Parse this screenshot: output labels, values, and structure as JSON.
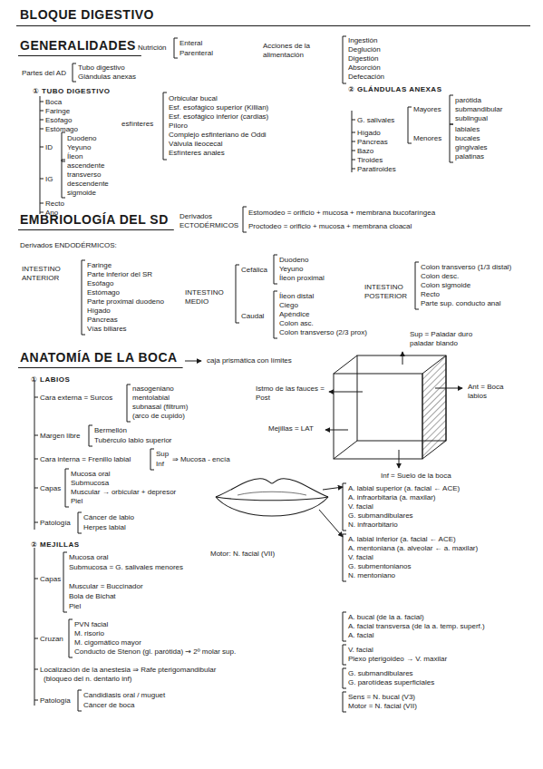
{
  "diagram": {
    "title": "BLOQUE DIGESTIVO",
    "labels": [
      "GENERALIDADES",
      "Nutrición",
      "Enteral",
      "Parenteral",
      "Acciones de la alimentación",
      "Ingestión",
      "Deglución",
      "Digestión",
      "Absorción",
      "Defecación",
      "Partes del AD",
      "Tubo digestivo",
      "Glándulas anexas",
      "① TUBO DIGESTIVO",
      "Boca",
      "Faringe",
      "Esófago",
      "Estómago",
      "ID",
      "Duodeno",
      "Yeyuno",
      "Íleon",
      "IG",
      "ascendente",
      "transverso",
      "descendente",
      "sigmoide",
      "Recto",
      "Ano",
      "esfínteres",
      "Orbicular bucal",
      "Esf. esofágico superior (Killian)",
      "Esf. esofágico inferior (cardias)",
      "Píloro",
      "Complejo esfinteriano de Oddi",
      "Válvula ileocecal",
      "Esfínteres anales",
      "② GLÁNDULAS ANEXAS",
      "G. salivales",
      "Mayores",
      "parótida",
      "submandibular",
      "sublingual",
      "Menores",
      "labiales",
      "bucales",
      "gingivales",
      "palatinas",
      "Hígado",
      "Páncreas",
      "Bazo",
      "Tiroides",
      "Paratiroides",
      "EMBRIOLOGÍA DEL SD",
      "Derivados ECTODÉRMICOS",
      "Estomodeo = orificio + mucosa + membrana bucofaríngea",
      "Proctodeo = orificio + mucosa + membrana cloacal",
      "Derivados ENDODÉRMICOS:",
      "INTESTINO ANTERIOR",
      "Faringe",
      "Parte inferior del SR",
      "Esófago",
      "Estómago",
      "Parte proximal duodeno",
      "Hígado",
      "Páncreas",
      "Vías biliares",
      "INTESTINO MEDIO",
      "Cefálica",
      "Duodeno",
      "Yeyuno",
      "Íleon proximal",
      "Caudal",
      "Íleon distal",
      "Ciego",
      "Apéndice",
      "Colon asc.",
      "Colon transverso (2/3 prox)",
      "INTESTINO POSTERIOR",
      "Colon transverso (1/3 distal)",
      "Colon desc.",
      "Colon sigmoide",
      "Recto",
      "Parte sup. conducto anal",
      "ANATOMÍA DE LA BOCA",
      "caja prismática con límites",
      "Sup = Paladar duro paladar blando",
      "Ant = Boca labios",
      "Istmo de las fauces = Post",
      "Mejillas = LAT",
      "Inf = Suelo de la boca",
      "① LABIOS",
      "Cara externa = Surcos",
      "nasogeniano",
      "mentolabial",
      "subnasal (filtrum)",
      "(arco de cupido)",
      "Margen libre",
      "Bermellón",
      "Tubérculo labio superior",
      "Cara interna = Frenillo labial",
      "Sup",
      "Inf",
      "⇒ Mucosa - encía",
      "Capas",
      "Mucosa oral",
      "Submucosa",
      "Muscular → orbicular + depresor",
      "Piel",
      "Patología",
      "Cáncer de labio",
      "Herpes labial",
      "A. labial superior (a. facial ← ACE)",
      "A. infraorbitaria (a. maxilar)",
      "V. facial",
      "G. submandibulares",
      "N. infraorbitario",
      "A. labial inferior (a. facial ← ACE)",
      "A. mentoniana (a. alveolar ← a. maxilar)",
      "V. facial",
      "G. submentonianos",
      "N. mentoniano",
      "② MEJILLAS",
      "Capas",
      "Mucosa oral",
      "Submucosa = G. salivales menores",
      "Muscular = Buccinador",
      "Bola de Bichat",
      "Piel",
      "Motor: N. facial (VII)",
      "Cruzan",
      "PVN facial",
      "M. risorio",
      "M. cigomático mayor",
      "Conducto de Stenon (gl. parótida) ⇝ 2º molar sup.",
      "Localización de la anestesia ⇒ Rafe pterigomandibular",
      "(bloqueo del n. dentario inf)",
      "Patología",
      "Candidiasis oral / muguet",
      "Cáncer de boca",
      "A. bucal (de la a. facial)",
      "A. facial transversa (de la a. temp. superf.)",
      "A. facial",
      "V. facial",
      "Plexo pterigoideo → V. maxilar",
      "G. submandibulares",
      "G. parotídeas superficiales",
      "Sens = N. bucal (V3)",
      "Motor = N. facial (VII)"
    ]
  }
}
